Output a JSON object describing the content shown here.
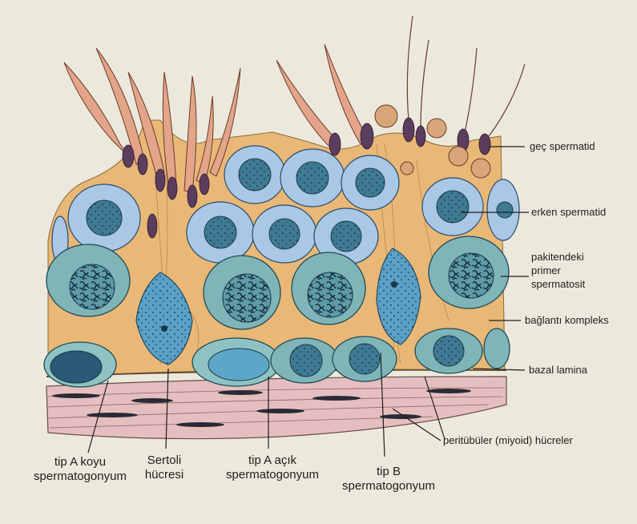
{
  "labels": {
    "gec_spermatid": "geç spermatid",
    "erken_spermatid": "erken spermatid",
    "primer_spermatosit": [
      "pakitendeki",
      "primer",
      "spermatosit"
    ],
    "baglanti_kompleks": "bağlantı kompleks",
    "bazal_lamina": "bazal lamina",
    "peritubuler": "peritübüler (miyoid) hücreler",
    "tip_a_koyu": [
      "tip A koyu",
      "spermatogonyum"
    ],
    "sertoli": [
      "Sertoli",
      "hücresi"
    ],
    "tip_a_acik": [
      "tip A açık",
      "spermatogonyum"
    ],
    "tip_b": [
      "tip B",
      "spermatogonyum"
    ]
  },
  "colors": {
    "background": "#ece9dc",
    "sertoli_cytoplasm": "#e9b877",
    "spermatid_cell": "#a9c8e6",
    "spermatocyte_cell": "#7fb5b8",
    "nucleus_dark": "#163747",
    "connective_tissue": "#e5bfbf",
    "myoid_nucleus": "#2a2a35",
    "late_spermatid_body": "#e3a589",
    "late_spermatid_head": "#5b3d5e"
  }
}
